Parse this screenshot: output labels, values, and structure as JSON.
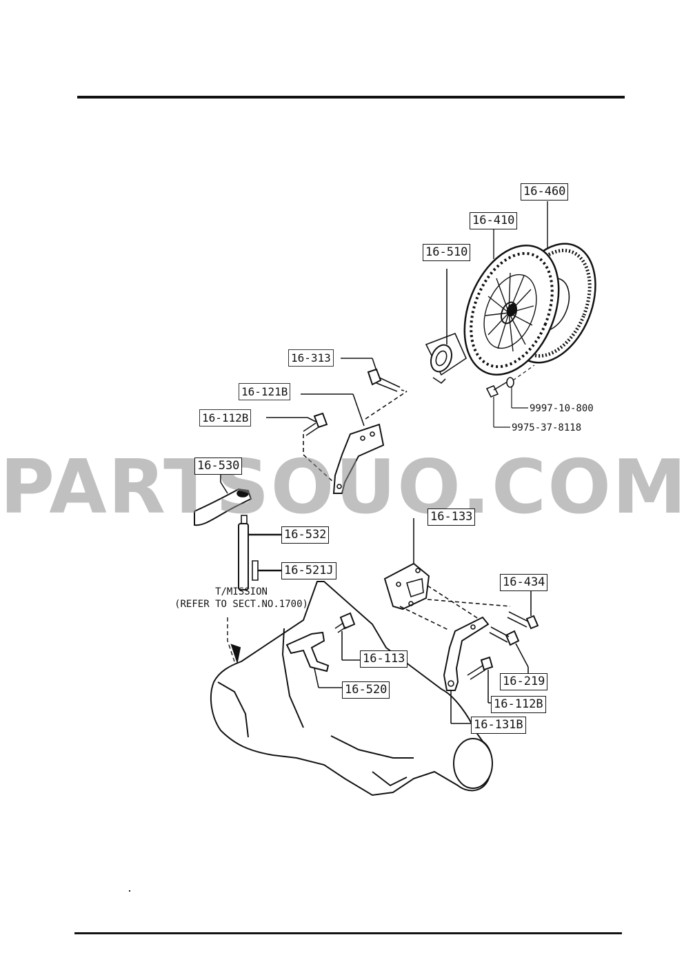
{
  "diagram": {
    "watermark": "PARTSOUQ.COM",
    "transmission_note": {
      "line1": "T/MISSION",
      "line2": "(REFER TO SECT.NO.1700)"
    },
    "part_labels": {
      "p16_460": "16-460",
      "p16_410": "16-410",
      "p16_510": "16-510",
      "p16_313": "16-313",
      "p16_121b": "16-121B",
      "p16_112b_top": "16-112B",
      "p16_530": "16-530",
      "p16_532": "16-532",
      "p16_521j": "16-521J",
      "p16_133": "16-133",
      "p16_434": "16-434",
      "p16_113": "16-113",
      "p16_520": "16-520",
      "p16_219": "16-219",
      "p16_112b_bottom": "16-112B",
      "p16_131b": "16-131B"
    },
    "fastener_numbers": {
      "washer": "9997-10-800",
      "bolt": "9975-37-8118"
    }
  },
  "colors": {
    "ink": "#111111",
    "watermark": "#8c8c8c"
  }
}
